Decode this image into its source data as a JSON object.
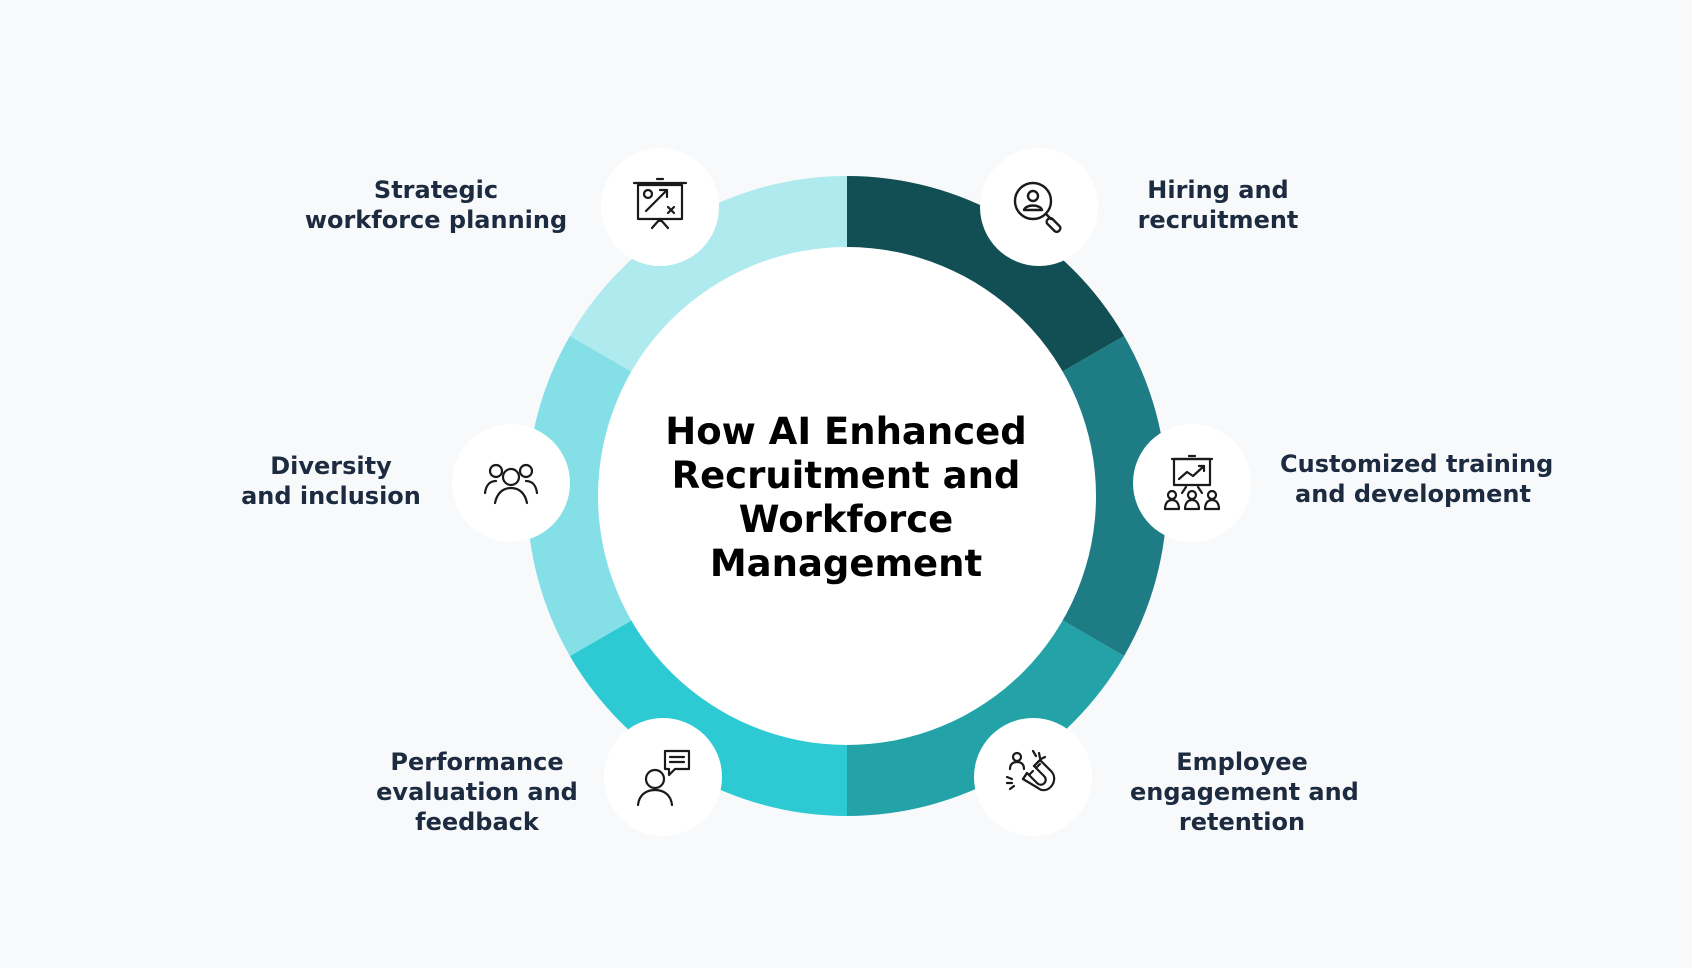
{
  "diagram": {
    "title_lines": [
      "How AI Enhanced",
      "Recruitment and",
      "Workforce",
      "Management"
    ],
    "segment_colors": [
      "#124f54",
      "#1e7d84",
      "#23a3a8",
      "#2ecad3",
      "#84e0e6",
      "#aeeaee"
    ],
    "items": [
      {
        "label_lines": [
          "Hiring and",
          "recruitment"
        ],
        "icon": "magnifier-person-icon"
      },
      {
        "label_lines": [
          "Customized training",
          "and development"
        ],
        "icon": "presentation-chart-icon"
      },
      {
        "label_lines": [
          "Employee",
          "engagement and",
          "retention"
        ],
        "icon": "magnet-people-icon"
      },
      {
        "label_lines": [
          "Performance",
          "evaluation and",
          "feedback"
        ],
        "icon": "person-chat-icon"
      },
      {
        "label_lines": [
          "Diversity",
          "and inclusion"
        ],
        "icon": "group-people-icon"
      },
      {
        "label_lines": [
          "Strategic",
          "workforce planning"
        ],
        "icon": "strategy-board-icon"
      }
    ]
  }
}
